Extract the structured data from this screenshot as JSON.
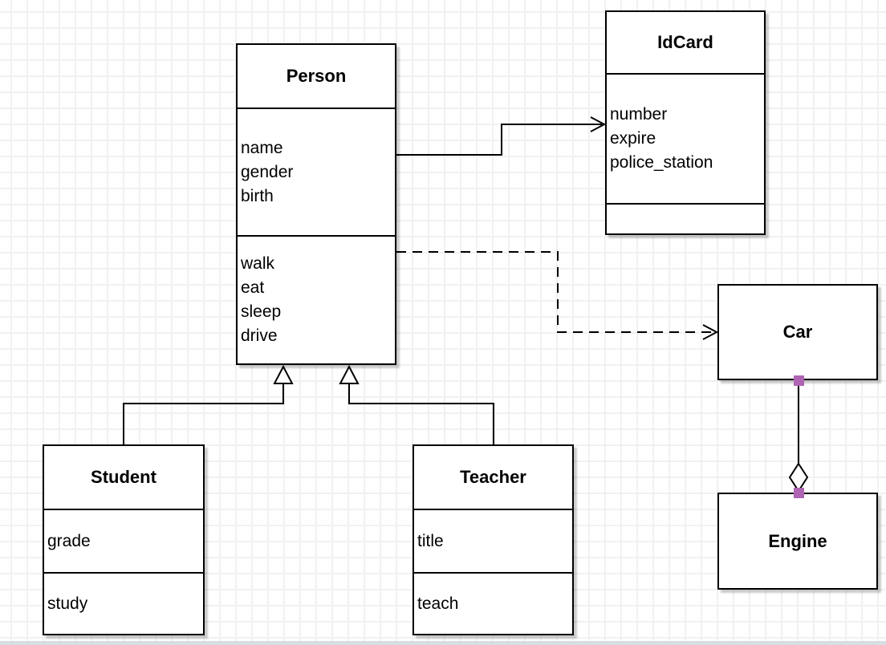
{
  "diagram": {
    "kind": "uml-class-diagram",
    "classes": {
      "person": {
        "name": "Person",
        "attributes": [
          "name",
          "gender",
          "birth"
        ],
        "methods": [
          "walk",
          "eat",
          "sleep",
          "drive"
        ]
      },
      "idcard": {
        "name": "IdCard",
        "attributes": [
          "number",
          "expire",
          "police_station"
        ],
        "methods": []
      },
      "car": {
        "name": "Car",
        "attributes": [],
        "methods": []
      },
      "engine": {
        "name": "Engine",
        "attributes": [],
        "methods": []
      },
      "student": {
        "name": "Student",
        "attributes": [
          "grade"
        ],
        "methods": [
          "study"
        ]
      },
      "teacher": {
        "name": "Teacher",
        "attributes": [
          "title"
        ],
        "methods": [
          "teach"
        ]
      }
    },
    "relationships": [
      {
        "from": "Person",
        "to": "IdCard",
        "type": "association",
        "line": "solid",
        "marker": "open-arrow"
      },
      {
        "from": "Person",
        "to": "Car",
        "type": "dependency",
        "line": "dashed",
        "marker": "open-arrow"
      },
      {
        "from": "Student",
        "to": "Person",
        "type": "generalization",
        "line": "solid",
        "marker": "hollow-triangle"
      },
      {
        "from": "Teacher",
        "to": "Person",
        "type": "generalization",
        "line": "solid",
        "marker": "hollow-triangle"
      },
      {
        "from": "Car",
        "to": "Engine",
        "type": "aggregation",
        "line": "solid",
        "marker": "hollow-diamond"
      }
    ]
  },
  "colors": {
    "shape_stroke": "#000000",
    "shape_fill": "#ffffff",
    "grid_line": "#f1f1f4",
    "connection_point": "#af64b4",
    "shadow": "rgba(0,0,0,0.20)"
  }
}
